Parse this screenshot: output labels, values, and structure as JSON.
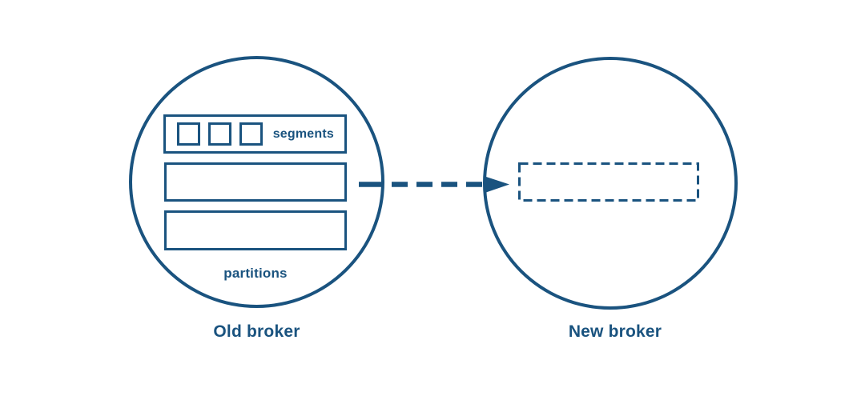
{
  "theme": {
    "ink_color": "#1A537F",
    "background_color": "#FFFFFF"
  },
  "old_broker": {
    "label": "Old broker",
    "partitions": {
      "label": "partitions",
      "row_count": 3
    },
    "segments": {
      "label": "segments",
      "count": 3
    }
  },
  "new_broker": {
    "label": "New broker",
    "placeholder_partition": {
      "border_style": "dashed"
    }
  },
  "migration_arrow": {
    "direction": "left-to-right",
    "line_style": "dashed"
  }
}
